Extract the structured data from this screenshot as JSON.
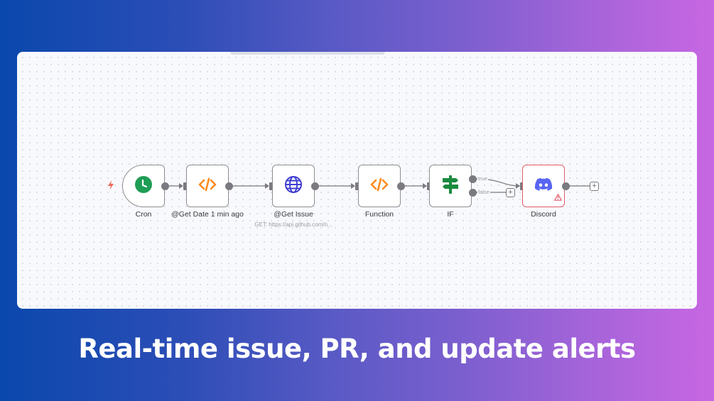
{
  "headline": "Real-time issue, PR, and update alerts",
  "colors": {
    "bg_gradient_start": "#0a48ad",
    "bg_gradient_end": "#c867e2",
    "canvas_bg": "#f8f9fc",
    "node_border": "#8e8e93",
    "error_border": "#e25b6a",
    "cron_icon": "#1f9d55",
    "code_icon": "#ff8a1f",
    "http_icon": "#3f3fd1",
    "if_icon": "#1a8a3e",
    "discord_icon": "#5865f2"
  },
  "workflow": {
    "trigger_icon": "lightning-bolt",
    "nodes": [
      {
        "id": "cron",
        "label": "Cron",
        "icon": "clock-icon",
        "type": "trigger"
      },
      {
        "id": "get-date",
        "label": "@Get Date 1 min ago",
        "icon": "code-icon"
      },
      {
        "id": "get-issue",
        "label": "@Get Issue",
        "sublabel": "GET: https://api.github.com/n...",
        "icon": "globe-icon"
      },
      {
        "id": "function",
        "label": "Function",
        "icon": "code-icon"
      },
      {
        "id": "if",
        "label": "IF",
        "icon": "signpost-icon",
        "outputs": [
          "true",
          "false"
        ]
      },
      {
        "id": "discord",
        "label": "Discord",
        "icon": "discord-icon",
        "status": "warning"
      }
    ],
    "connections": [
      [
        "cron",
        "get-date"
      ],
      [
        "get-date",
        "get-issue"
      ],
      [
        "get-issue",
        "function"
      ],
      [
        "function",
        "if"
      ],
      [
        "if:true",
        "discord"
      ]
    ],
    "branch_labels": {
      "true": "true",
      "false": "false"
    },
    "add_symbol": "+"
  }
}
